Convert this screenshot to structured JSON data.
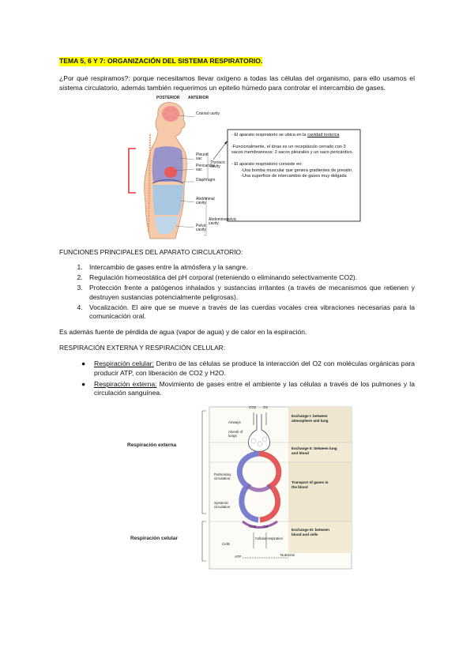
{
  "title": "TEMA 5, 6 Y 7: ORGANIZACIÓN DEL SISTEMA RESPIRATORIO.",
  "intro": "¿Por qué respiramos?: porque necesitamos llevar oxígeno a todas las células del organismo, para ello usamos el sistema circulatorio, además también requerimos un epitelio húmedo para controlar el intercambio de gases.",
  "figure1": {
    "posterior": "POSTERIOR",
    "anterior": "ANTERIOR",
    "cranial": "Cranial cavity",
    "pleural": "Pleural sac",
    "pericardial": "Pericardial sac",
    "thoracic": "Thoracic cavity",
    "diaphragm": "Diaphragm",
    "abdominal": "Abdominal cavity",
    "pelvic": "Pelvic cavity",
    "abdominopelvic": "Abdominopelvic cavity",
    "note1_a": "- El aparato respiratorio se ubica en la ",
    "note1_b": "cavidad torácica",
    "note2": "-Funcionalmente, el tórax es un receptáculo cerrado con 3 sacos membranosos: 2 sacos pleurales y un saco pericárdico.",
    "note3": "- El aparato respiratorio consiste en:",
    "note4": "-Una bomba muscular que genera gradientes de presión.",
    "note5": "-Una superficie de intercambio de gases muy delgada"
  },
  "funciones": {
    "heading": "FUNCIONES PRINCIPALES DEL APARATO CIRCULATORIO:",
    "items": [
      "Intercambio de gases entre la atmósfera y la sangre.",
      "Regulación homeostática del pH corporal (reteniendo o eliminando selectivamente CO2).",
      "Protección frente a patógenos inhalados y sustancias irritantes (a través de mecanismos que retienen y destruyen sustancias potencialmente peligrosas).",
      "Vocalización. El aire que se mueve a través de las cuerdas vocales crea vibraciones necesarias para la comunicación oral."
    ],
    "note": "Es además fuente de pérdida de agua (vapor de agua) y de calor en la espiración."
  },
  "respiracion": {
    "heading": "RESPIRACIÓN EXTERNA Y RESPIRACIÓN CELULAR:",
    "celular_term": "Respiración celular:",
    "celular_text": " Dentro de las células se produce la interacción del O2 con moléculas orgánicas para producir ATP, con liberación de CO2 y H2O.",
    "externa_term": "Respiración externa:",
    "externa_text": " Movimiento de gases entre el ambiente y las células a través de los pulmones y la circulación sanguínea."
  },
  "figure2": {
    "resp_externa": "Respiración externa",
    "resp_celular": "Respiración celular",
    "co2": "CO2",
    "o2": "O2",
    "airways": "Airways",
    "alveoli": "Alveoli of lungs",
    "pulmonary": "Pulmonary circulation",
    "systemic": "Systemic circulation",
    "cells": "Cells",
    "atp": "ATP",
    "nutrients": "Nutrients",
    "cellular_resp": "Cellular respiration",
    "ex1": "Exchange I: between atmosphere and lung",
    "ex2": "Exchange II: between lung and blood",
    "transport": "Transport of gases in the blood",
    "ex3": "Exchange III: between blood and cells"
  }
}
